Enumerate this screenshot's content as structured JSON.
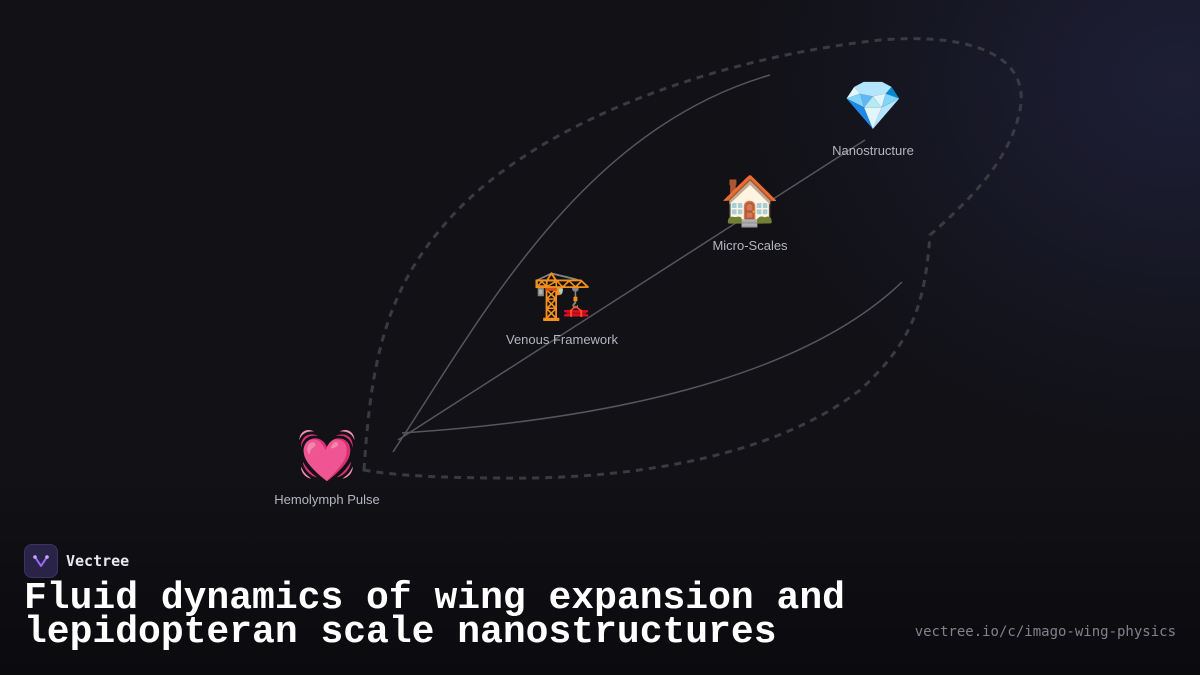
{
  "nodes": [
    {
      "id": "hemolymph",
      "icon": "beating-heart-icon",
      "emoji": "💓",
      "label": "Hemolymph Pulse"
    },
    {
      "id": "venous",
      "icon": "crane-icon",
      "emoji": "🏗️",
      "label": "Venous Framework"
    },
    {
      "id": "microscales",
      "icon": "house-icon",
      "emoji": "🏠",
      "label": "Micro-Scales"
    },
    {
      "id": "nanostructure",
      "icon": "gem-icon",
      "emoji": "💎",
      "label": "Nanostructure"
    }
  ],
  "brand": {
    "name": "Vectree",
    "logo_icon": "vectree-logo-icon"
  },
  "title": "Fluid dynamics of wing expansion and lepidopteran scale nanostructures",
  "url": "vectree.io/c/imago-wing-physics",
  "colors": {
    "background": "#111116",
    "wing_outline": "#3a3a42",
    "vein": "#55565e",
    "logo_bg": "#2a2348",
    "logo_accent": "#9b6bff"
  }
}
